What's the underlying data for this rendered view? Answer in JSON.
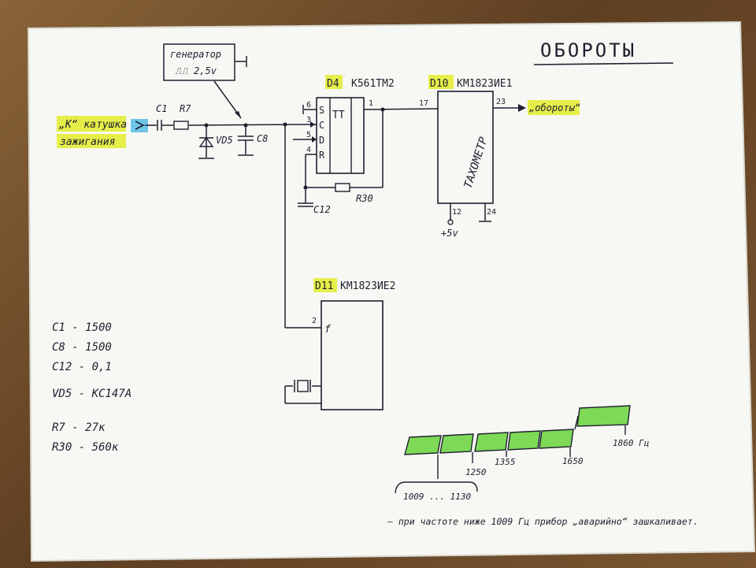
{
  "title": "ОБОРОТЫ",
  "colors": {
    "ink": "#1d1f2e",
    "highlight": "#e6ee4a",
    "cyan": "#6ec6e6",
    "green": "#7ed957"
  },
  "input": {
    "line1": "„К“ катушка",
    "line2": "зажигания"
  },
  "generator": {
    "line1": "генератор",
    "line2": "⎍⎍ 2,5v"
  },
  "labels": {
    "c1": "C1",
    "r7": "R7",
    "vd5": "VD5",
    "c8": "C8",
    "c12": "C12",
    "r30": "R30",
    "plus5v": "+5v"
  },
  "d4": {
    "ref": "D4",
    "part": "K561TM2",
    "tt": "TT",
    "pins": {
      "p6": "6",
      "p3": "3",
      "p5": "5",
      "p4": "4",
      "p1": "1"
    },
    "pin_names": {
      "s": "S",
      "c": "C",
      "d": "D",
      "r": "R"
    }
  },
  "d10": {
    "ref": "D10",
    "part": "KM1823ИE1",
    "body": "ТАХОМЕТР",
    "pins": {
      "p17": "17",
      "p23": "23",
      "p12": "12",
      "p24": "24"
    }
  },
  "output": {
    "label": "„обороты“"
  },
  "d11": {
    "ref": "D11",
    "part": "KM1823ИE2",
    "pins": {
      "p2": "2"
    },
    "pin_f": "f"
  },
  "components": [
    "C1 - 1500",
    "C8 - 1500",
    "C12 - 0,1",
    "VD5 - KC147A",
    "R7 - 27к",
    "R30 - 560к"
  ],
  "scale": {
    "ticks": [
      "1250",
      "1355",
      "1650",
      "1860 Гц"
    ],
    "range": "1009 ... 1130"
  },
  "note": "— при частоте ниже 1009 Гц прибор „аварийно“ зашкаливает."
}
